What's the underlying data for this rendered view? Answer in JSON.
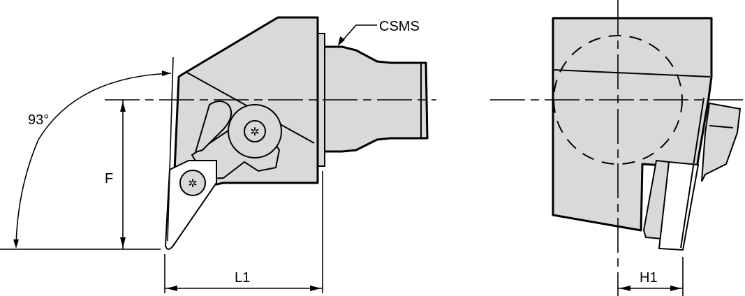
{
  "drawing": {
    "type": "Technical tool holder drawing",
    "side_view": {
      "labels": {
        "angle": "93°",
        "f_dim": "F",
        "l1_dim": "L1",
        "shank": "CSMS"
      }
    },
    "front_view": {
      "labels": {
        "h1_dim": "H1"
      }
    },
    "colors": {
      "body_fill": "#d9d9d9",
      "line": "#000000",
      "background": "#ffffff"
    }
  }
}
